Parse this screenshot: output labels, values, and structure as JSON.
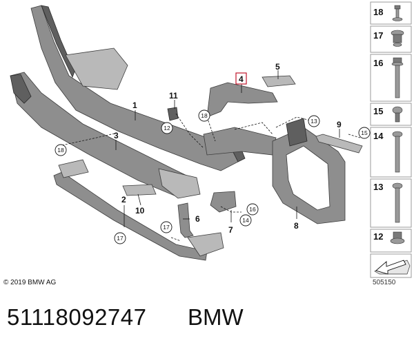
{
  "diagram": {
    "callouts": {
      "c1": "1",
      "c2": "2",
      "c3": "3",
      "c4": "4",
      "c5": "5",
      "c6": "6",
      "c7": "7",
      "c8": "8",
      "c9": "9",
      "c10": "10",
      "c11": "11"
    },
    "circled": {
      "c12": "12",
      "c13": "13",
      "c14": "14",
      "c15": "15",
      "c16": "16",
      "c17a": "17",
      "c17b": "17",
      "c18a": "18",
      "c18b": "18"
    },
    "side_parts": [
      "18",
      "17",
      "16",
      "15",
      "14",
      "13",
      "12"
    ],
    "copyright": "© 2019 BMW AG",
    "drawing_number": "505150"
  },
  "footer": {
    "part_number": "51118092747",
    "brand": "BMW"
  }
}
